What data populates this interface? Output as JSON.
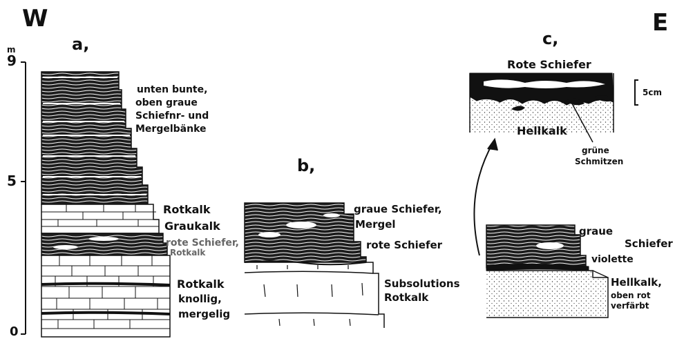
{
  "orientation": {
    "west": "W",
    "east": "E"
  },
  "panels": {
    "a": "a,",
    "b": "b,",
    "c": "c,"
  },
  "scale": {
    "unit": "m",
    "ticks": [
      "9",
      "5",
      "0"
    ]
  },
  "section_a": {
    "annotation": [
      "unten bunte,",
      "oben graue",
      "Schiefnr- und",
      "Mergelbänke"
    ],
    "rotkalk_upper": "Rotkalk",
    "graukalk": "Graukalk",
    "rote_schiefer": [
      "rote Schiefer,",
      "Rotkalk"
    ],
    "rotkalk_lower": [
      "Rotkalk",
      "knollig,",
      "mergelig"
    ]
  },
  "section_b": {
    "graue_schiefer": [
      "graue Schiefer,",
      "Mergel"
    ],
    "rote_schiefer": "rote Schiefer",
    "subsolutions": [
      "Subsolutions",
      "Rotkalk"
    ]
  },
  "section_c": {
    "rote_schiefer": "Rote Schiefer",
    "scale_bar": "5cm",
    "hellkalk": "Hellkalk",
    "gruene": [
      "grüne",
      "Schmitzen"
    ],
    "graue": "graue",
    "schiefer": "Schiefer",
    "violette": "violette",
    "hellkalk_lower": [
      "Hellkalk,",
      "oben rot",
      "verfärbt"
    ]
  }
}
